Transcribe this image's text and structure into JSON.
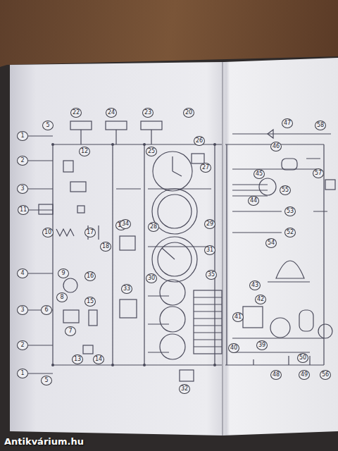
{
  "diagram": {
    "labels": [
      "1",
      "5",
      "2",
      "3",
      "11",
      "10",
      "4",
      "9",
      "8",
      "6",
      "7",
      "3",
      "2",
      "1",
      "5",
      "22",
      "24",
      "23",
      "12",
      "20",
      "16",
      "15",
      "13",
      "14",
      "17",
      "18",
      "19",
      "34",
      "33",
      "25",
      "27",
      "26",
      "28",
      "29",
      "30",
      "31",
      "35",
      "32",
      "47",
      "58",
      "46",
      "45",
      "57",
      "55",
      "44",
      "53",
      "52",
      "54",
      "43",
      "42",
      "41",
      "39",
      "40",
      "48",
      "50",
      "49",
      "56",
      "Antikvárium.hu"
    ]
  }
}
